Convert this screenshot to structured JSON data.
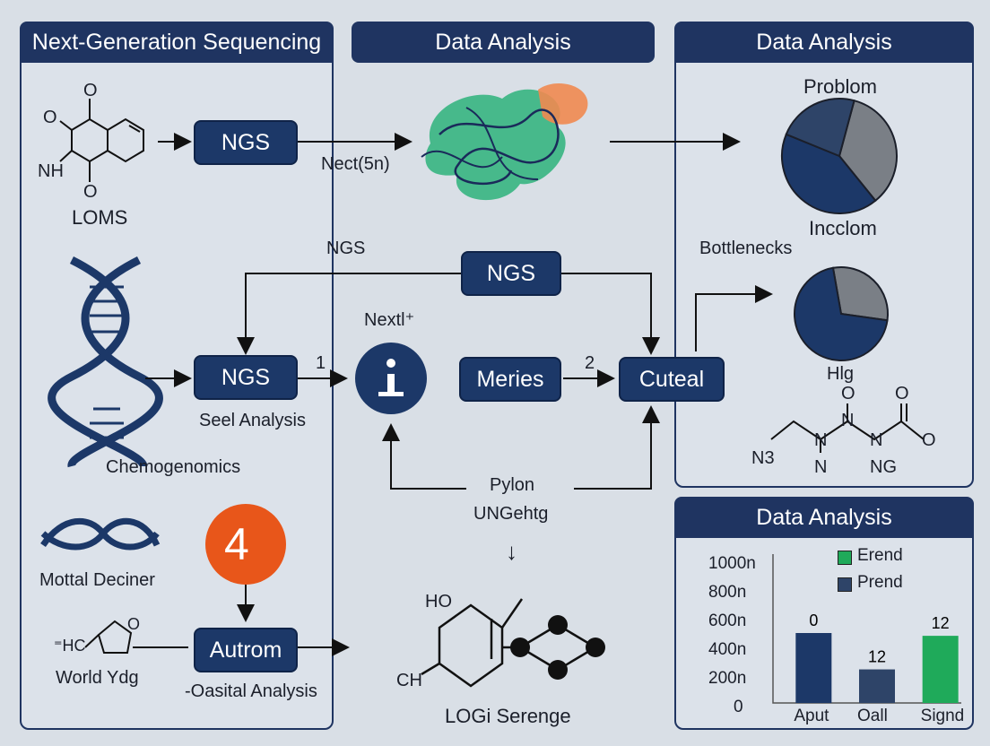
{
  "panels": {
    "ngs_title": "Next-Generation Sequencing",
    "analysis_title": "Data Analysis",
    "right_top_title": "Data Analysis",
    "right_bottom_title": "Data Analysis"
  },
  "left": {
    "mol_o1": "O",
    "mol_o2": "O",
    "mol_o3": "O",
    "mol_nh": "NH",
    "loms": "LOMS",
    "ngs_box_top": "NGS",
    "ngs_box_mid": "NGS",
    "seel_analysis": "Seel Analysis",
    "chemogenomics": "Chemogenomics",
    "mottal_deciner": "Mottal Deciner",
    "world_ydg": "World Ydg",
    "hc_label": "⁼HC",
    "ring_o": "O",
    "circle_number": "4",
    "autrom_box": "Autrom",
    "oasital_analysis": "-Oasital Analysis"
  },
  "center": {
    "nect_label": "Nect(5n)",
    "ngs_floating": "NGS",
    "ngs_box": "NGS",
    "nextl_label": "Nextl⁺",
    "step1": "1",
    "step2": "2",
    "meries_box": "Meries",
    "cuteal_box": "Cuteal",
    "pylon": "Pylon",
    "ungehtg": "UNGehtg",
    "arrow_symbol": "↓",
    "ho": "HO",
    "ch": "CH",
    "logi_serenge": "LOGi Serenge"
  },
  "right_top": {
    "problom": "Problom",
    "incclom": "Incclom",
    "bottlenecks": "Bottlenecks",
    "hlg": "Hlg",
    "o1": "O",
    "o2": "O",
    "n1": "N",
    "n2": "N",
    "n3": "N",
    "n4": "N",
    "n3_label": "N3",
    "ng_label": "NG",
    "o_end": "O"
  },
  "pies": [
    {
      "slices": [
        {
          "value": 35,
          "color": "#7a7f86"
        },
        {
          "value": 42,
          "color": "#1c3868"
        },
        {
          "value": 23,
          "color": "#2e4468"
        }
      ]
    },
    {
      "slices": [
        {
          "value": 30,
          "color": "#7a7f86"
        },
        {
          "value": 70,
          "color": "#1c3868"
        }
      ]
    }
  ],
  "chart_data": {
    "type": "bar",
    "categories": [
      "Aput",
      "Oall",
      "Signd"
    ],
    "values": [
      500,
      240,
      480
    ],
    "bar_colors": [
      "#1c3868",
      "#2e4468",
      "#1faa5a"
    ],
    "data_labels": [
      "0",
      "12",
      "12"
    ],
    "yticks": [
      "1000n",
      "800n",
      "600n",
      "400n",
      "200n",
      "0"
    ],
    "ylim": [
      0,
      1000
    ],
    "legend": [
      {
        "name": "Erend",
        "color": "#1faa5a"
      },
      {
        "name": "Prend",
        "color": "#2e4468"
      }
    ]
  }
}
